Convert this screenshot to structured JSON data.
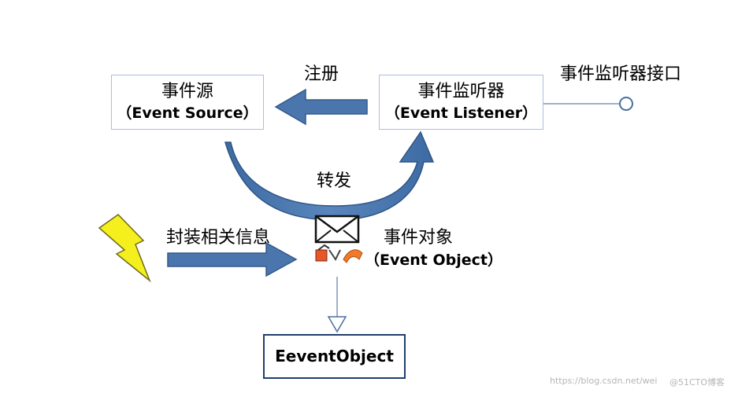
{
  "source_box": {
    "line1": "事件源",
    "line2": "（Event Source）"
  },
  "listener_box": {
    "line1": "事件监听器",
    "line2": "（Event Listener）"
  },
  "register_label": "注册",
  "interface_label": "事件监听器接口",
  "forward_label": "转发",
  "wrap_label": "封装相关信息",
  "event_object_label": {
    "line1": "事件对象",
    "line2": "（Event Object）"
  },
  "class_box_label": "EeventObject",
  "watermark": {
    "url": "https://blog.csdn.net/wei",
    "brand": "@51CTO博客"
  },
  "colors": {
    "arrow": "#4a76ad",
    "arrow_dark": "#345a8a",
    "box_border": "#a9c1dd",
    "lightning": "#f5ef1d"
  }
}
